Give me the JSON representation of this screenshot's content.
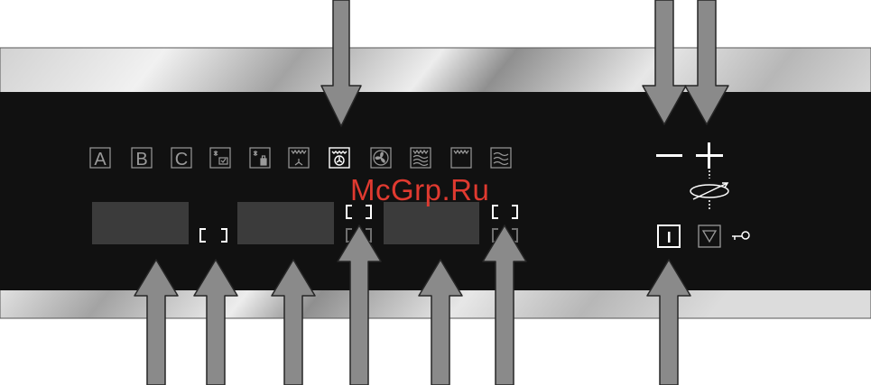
{
  "panel": {
    "colors": {
      "steel_light": "#eeeeee",
      "steel_dark": "#8c8c8c",
      "panel_black": "#111111",
      "icon_gray": "#9a9a9a",
      "active_white": "#ffffff",
      "display_gray": "#3b3b3b",
      "arrow_fill": "#8a8a8a",
      "arrow_stroke": "#262626",
      "watermark_red": "#e03a30"
    },
    "mode_keys": [
      {
        "icon": "letter-a-icon",
        "label": "A",
        "active": false
      },
      {
        "icon": "letter-b-icon",
        "label": "B",
        "active": false
      },
      {
        "icon": "letter-c-icon",
        "label": "C",
        "active": false
      },
      {
        "icon": "defrost-dish-icon",
        "label": "",
        "active": false
      },
      {
        "icon": "defrost-bottle-icon",
        "label": "",
        "active": false
      },
      {
        "icon": "top-heat-fan-icon",
        "label": "",
        "active": false
      },
      {
        "icon": "bottom-heat-fan-icon",
        "label": "",
        "active": true
      },
      {
        "icon": "fan-icon",
        "label": "",
        "active": false
      },
      {
        "icon": "top-bottom-heat-icon",
        "label": "",
        "active": false
      },
      {
        "icon": "top-heat-icon",
        "label": "",
        "active": false
      },
      {
        "icon": "bottom-heat-icon",
        "label": "",
        "active": false
      }
    ],
    "displays": [
      "display-1",
      "display-2",
      "display-3"
    ],
    "controls": {
      "minus_icon": "minus-icon",
      "plus_icon": "plus-icon",
      "rotate_icon": "rotary-selector-icon",
      "onoff_icon": "on-off-button-icon",
      "down_icon": "down-triangle-icon",
      "key_icon": "key-lock-icon"
    }
  },
  "watermark": {
    "text": "McGrp.Ru"
  }
}
